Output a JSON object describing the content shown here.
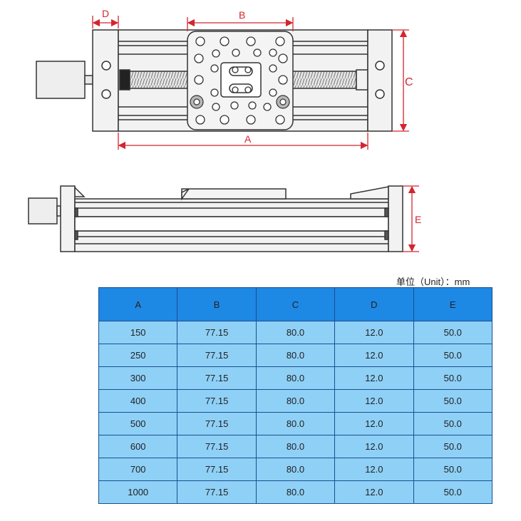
{
  "drawing": {
    "dimensions": {
      "a": "A",
      "b": "B",
      "c": "C",
      "d": "D",
      "e": "E"
    },
    "colors": {
      "dimension": "#d22630",
      "outline": "#333333",
      "fill": "#f2f2f2",
      "screw": "#b0b0b0"
    }
  },
  "table": {
    "unit_note": "单位（Unit）：mm",
    "headers": [
      "A",
      "B",
      "C",
      "D",
      "E"
    ],
    "rows": [
      [
        "150",
        "77.15",
        "80.0",
        "12.0",
        "50.0"
      ],
      [
        "250",
        "77.15",
        "80.0",
        "12.0",
        "50.0"
      ],
      [
        "300",
        "77.15",
        "80.0",
        "12.0",
        "50.0"
      ],
      [
        "400",
        "77.15",
        "80.0",
        "12.0",
        "50.0"
      ],
      [
        "500",
        "77.15",
        "80.0",
        "12.0",
        "50.0"
      ],
      [
        "600",
        "77.15",
        "80.0",
        "12.0",
        "50.0"
      ],
      [
        "700",
        "77.15",
        "80.0",
        "12.0",
        "50.0"
      ],
      [
        "1000",
        "77.15",
        "80.0",
        "12.0",
        "50.0"
      ]
    ],
    "colors": {
      "header": "#1e88e5",
      "cell": "#8fd0f7",
      "border": "#1a4f8f"
    }
  }
}
